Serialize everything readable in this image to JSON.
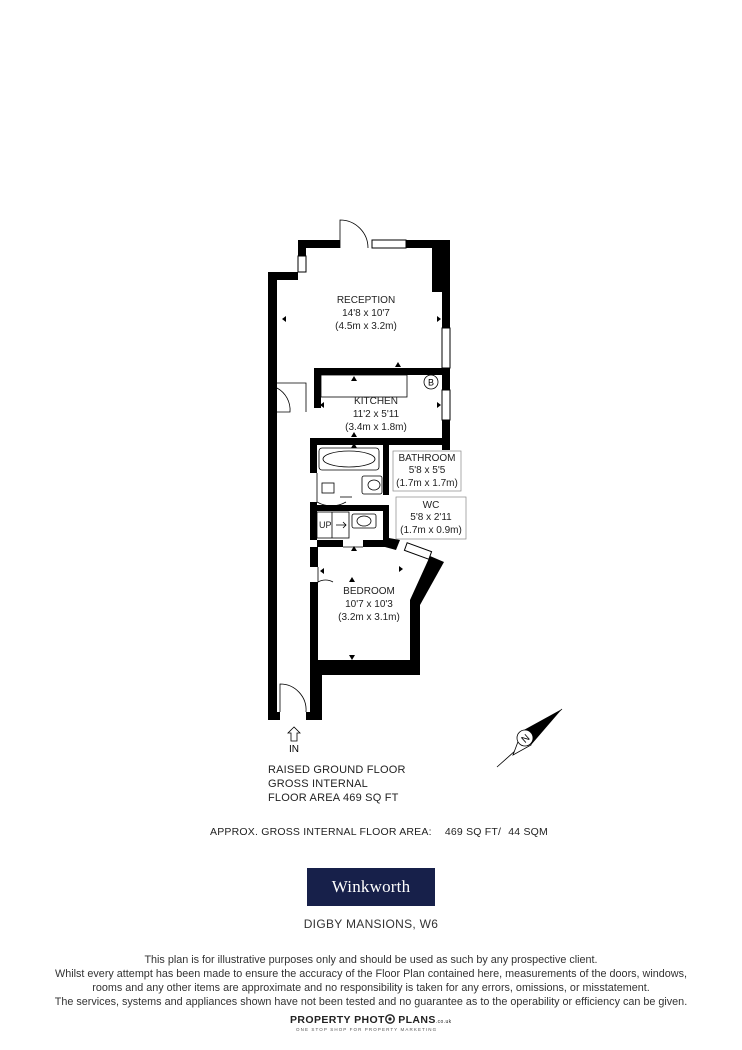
{
  "rooms": {
    "reception": {
      "name": "RECEPTION",
      "size_imperial": "14'8 x 10'7",
      "size_metric": "(4.5m x 3.2m)"
    },
    "kitchen": {
      "name": "KITCHEN",
      "size_imperial": "11'2 x 5'11",
      "size_metric": "(3.4m x 1.8m)"
    },
    "bathroom": {
      "name": "BATHROOM",
      "size_imperial": "5'8 x 5'5",
      "size_metric": "(1.7m x 1.7m)"
    },
    "wc": {
      "name": "WC",
      "size_imperial": "5'8 x 2'11",
      "size_metric": "(1.7m x 0.9m)"
    },
    "bedroom": {
      "name": "BEDROOM",
      "size_imperial": "10'7 x 10'3",
      "size_metric": "(3.2m x 3.1m)"
    }
  },
  "markers": {
    "boiler": "B",
    "up": "UP",
    "entrance": "IN",
    "north": "N"
  },
  "floor_caption": {
    "line1": "RAISED GROUND FLOOR",
    "line2": "GROSS INTERNAL",
    "line3": "FLOOR AREA 469 SQ FT"
  },
  "area_summary": {
    "label": "APPROX. GROSS INTERNAL FLOOR AREA:",
    "sq_ft": "469 SQ FT/",
    "sqm": "44 SQM"
  },
  "branding": {
    "agent": "Winkworth",
    "agent_color": "#17204a",
    "plan_maker": "PROPERTY PHOT",
    "plan_maker_2": "PLANS",
    "plan_maker_suffix": ".co.uk",
    "plan_maker_tagline": "ONE STOP SHOP FOR PROPERTY MARKETING"
  },
  "address": "DIGBY MANSIONS, W6",
  "disclaimer": [
    "This plan is for illustrative purposes only and should be used as such by any prospective client.",
    "Whilst every attempt has been made to ensure the accuracy of the Floor Plan contained here, measurements of the doors, windows,",
    "rooms and any other items are approximate and no responsibility is taken for any errors, omissions, or misstatement.",
    "The services, systems and appliances shown have not been tested and no guarantee as to the operability or efficiency can be given."
  ]
}
